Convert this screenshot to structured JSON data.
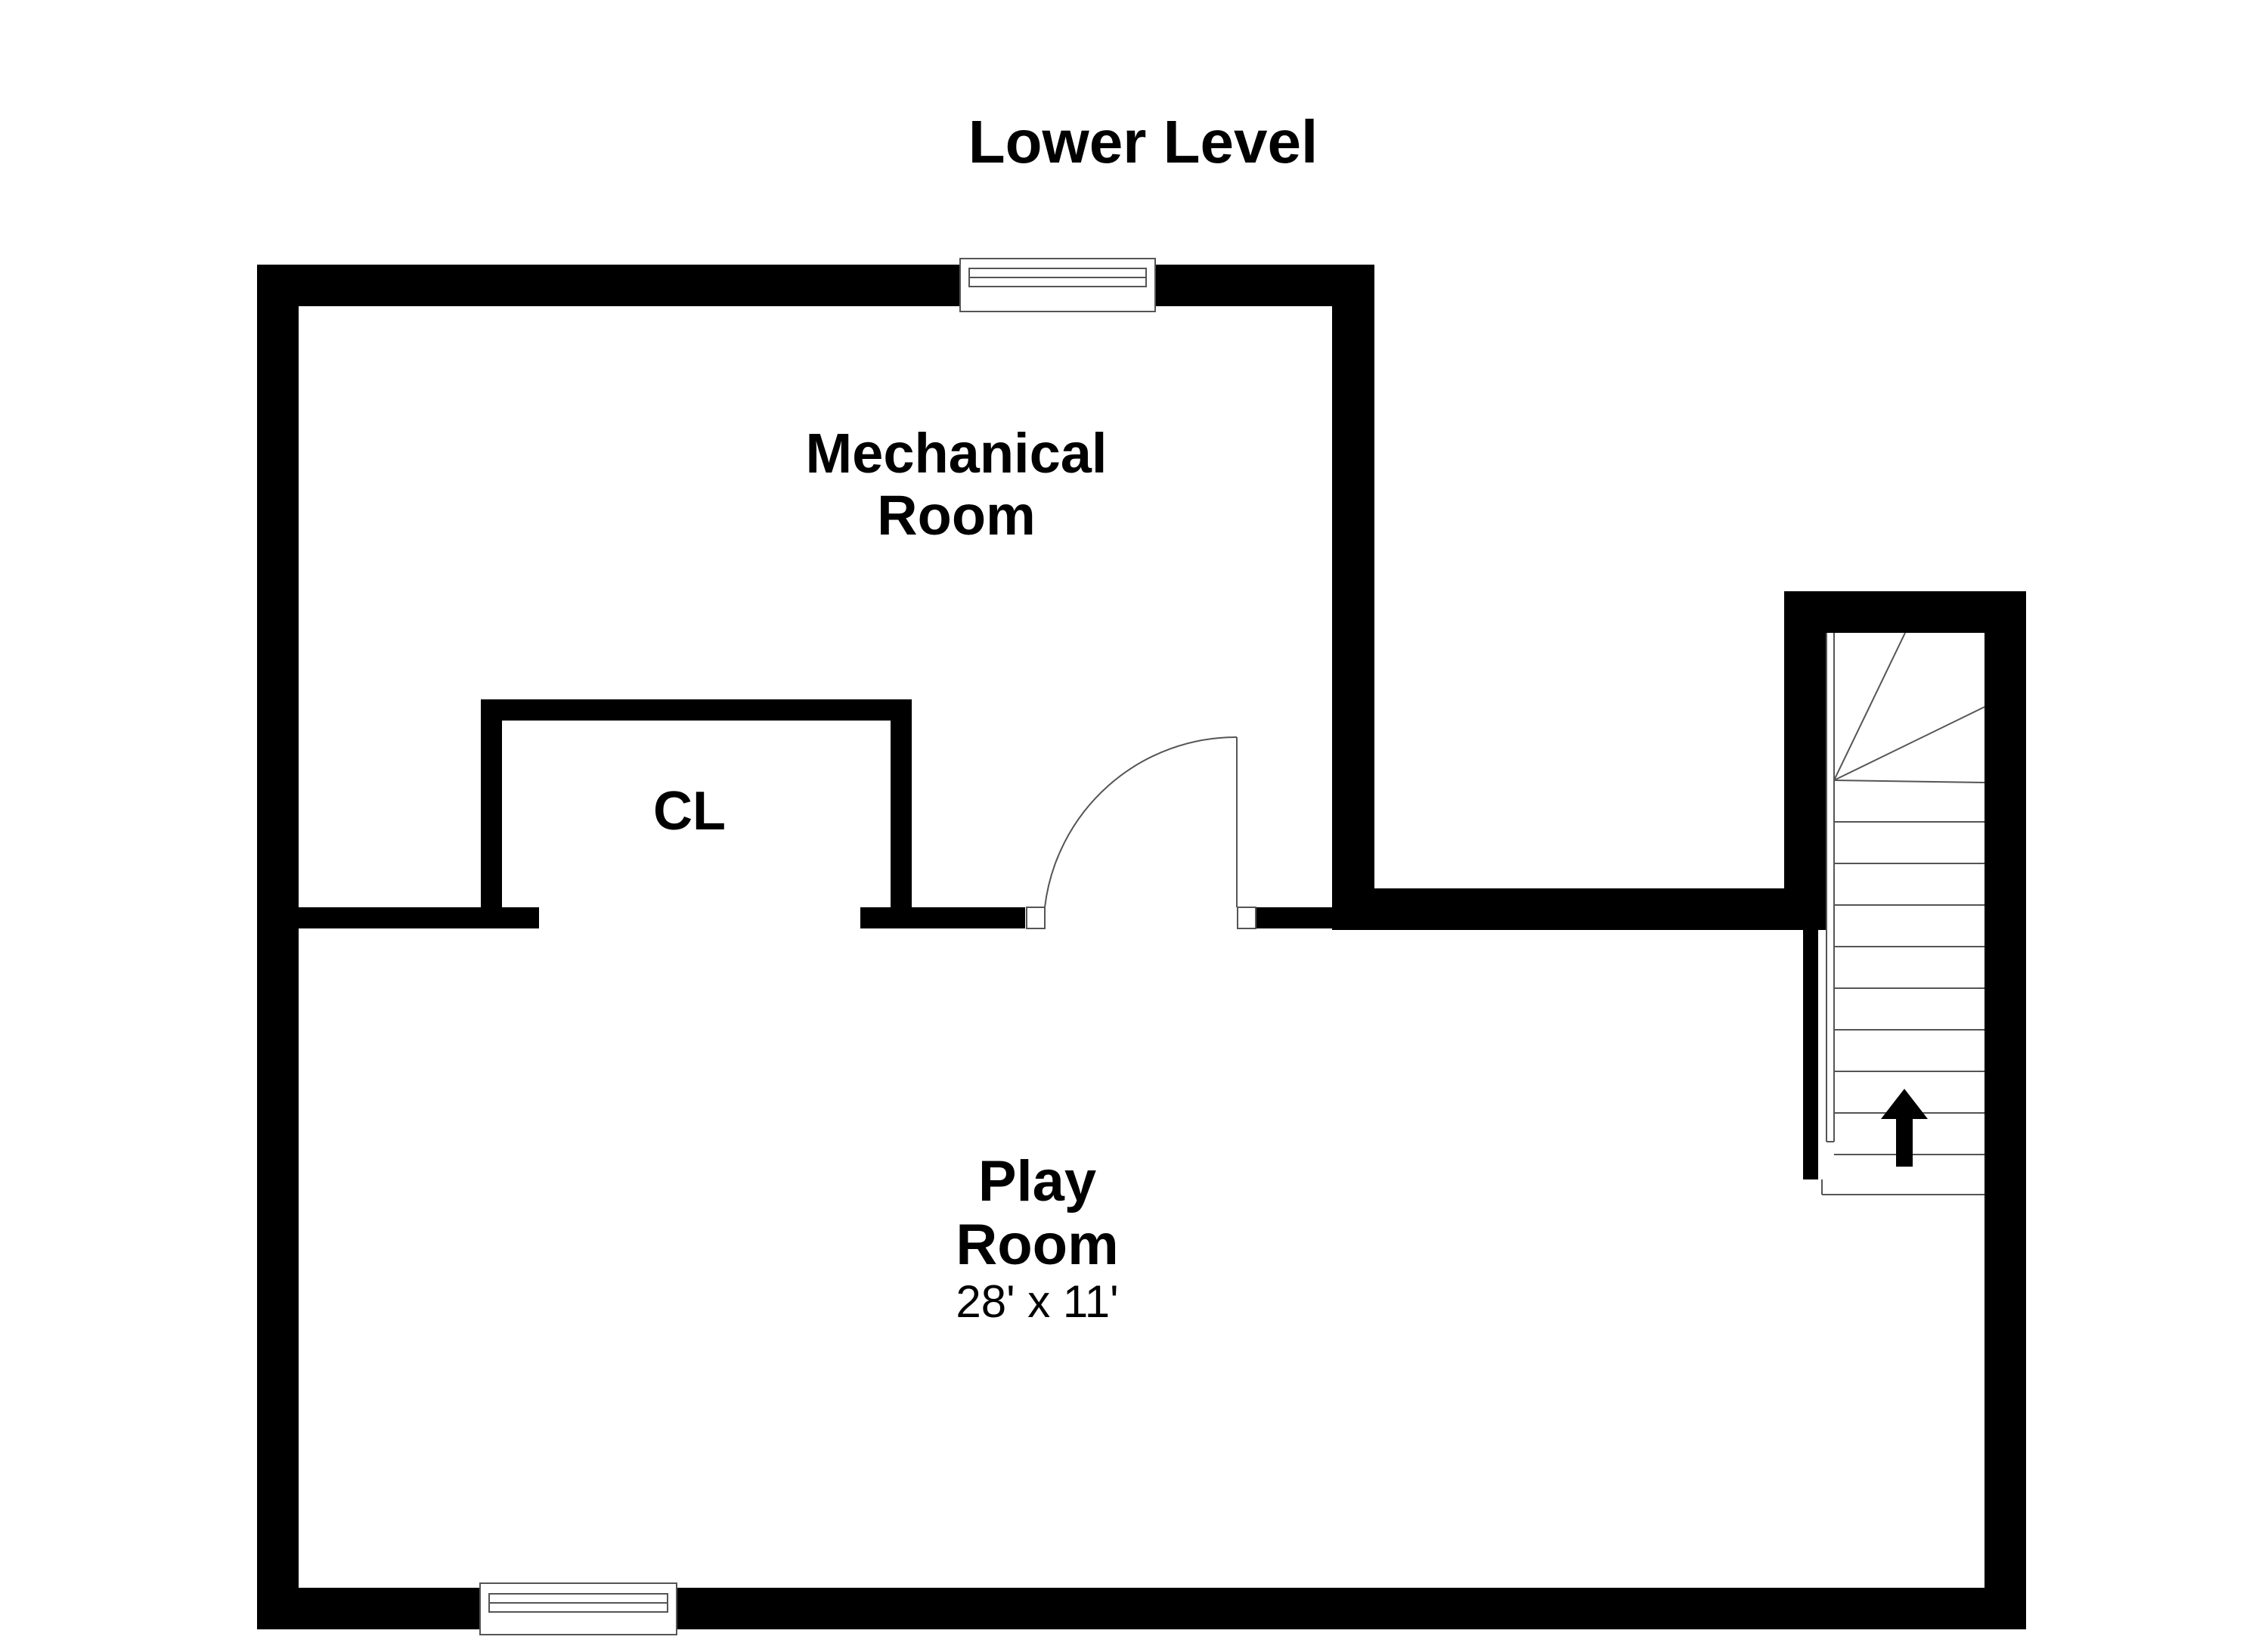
{
  "title": "Lower Level",
  "rooms": [
    {
      "id": "mechanical",
      "name_lines": [
        "Mechanical",
        "Room"
      ],
      "dimensions": ""
    },
    {
      "id": "closet",
      "name_lines": [
        "CL"
      ],
      "dimensions": ""
    },
    {
      "id": "play",
      "name_lines": [
        "Play",
        "Room"
      ],
      "dimensions": "28' x 11'"
    }
  ],
  "colors": {
    "wall": "#000000",
    "background": "#ffffff",
    "fixture_line": "#555555"
  },
  "icons": [
    "window-icon",
    "door-swing-icon",
    "stair-up-arrow-icon"
  ]
}
